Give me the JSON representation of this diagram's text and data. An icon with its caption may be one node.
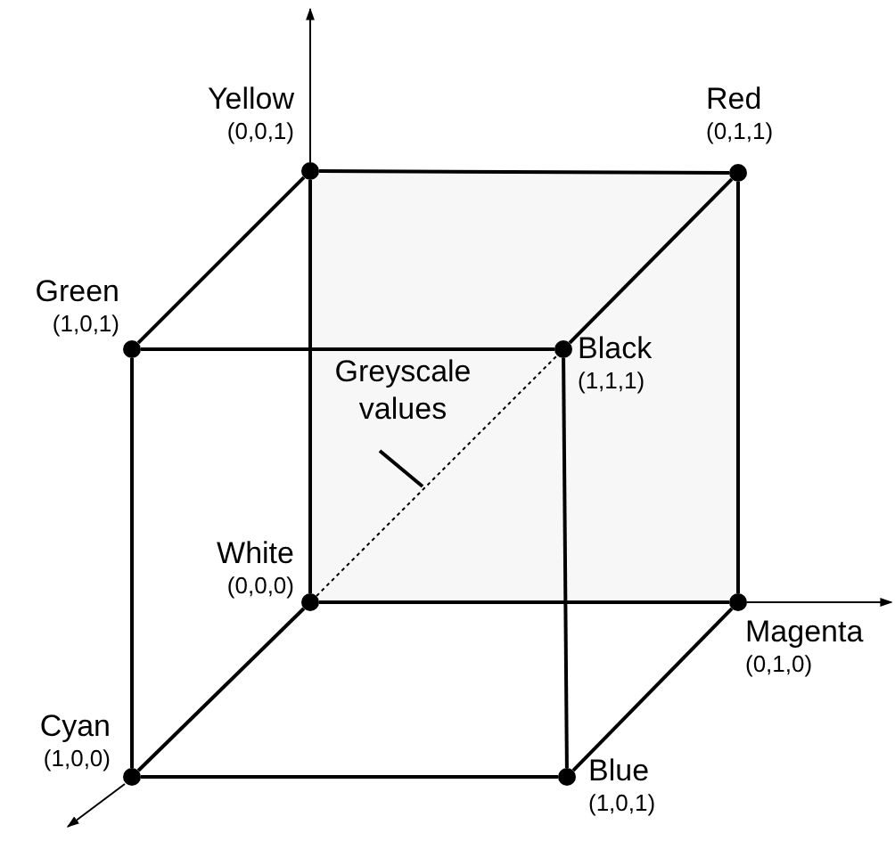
{
  "diagram": {
    "nodes": [
      {
        "text": [],
        "shape": "circle",
        "beside": [
          "Yellow",
          "(0,0,1)"
        ]
      },
      {
        "text": [],
        "shape": "circle",
        "beside": [
          "Red",
          "(0,1,1)"
        ]
      },
      {
        "text": [],
        "shape": "circle",
        "beside": [
          "Green",
          "(1,0,1)"
        ]
      },
      {
        "text": [],
        "shape": "circle",
        "beside": [
          "Black",
          "(1,1,1)"
        ]
      },
      {
        "text": [],
        "shape": "circle",
        "beside": [
          "White",
          "(0,0,0)"
        ]
      },
      {
        "text": [],
        "shape": "circle",
        "beside": [
          "Magenta",
          "(0,1,0)"
        ]
      },
      {
        "text": [],
        "shape": "circle",
        "beside": [
          "Cyan",
          "(1,0,0)"
        ]
      },
      {
        "text": [],
        "shape": "circle",
        "beside": [
          "Blue",
          "(1,0,1)"
        ]
      },
      {
        "text": [
          "Greyscale values"
        ]
      }
    ],
    "edges": [
      {
        "from": 0,
        "to": 1,
        "arrow": "none"
      },
      {
        "from": 0,
        "to": 2,
        "arrow": "none"
      },
      {
        "from": 0,
        "to": 4,
        "arrow": "none"
      },
      {
        "from": 1,
        "to": 3,
        "arrow": "none"
      },
      {
        "from": 1,
        "to": 5,
        "arrow": "none"
      },
      {
        "from": 2,
        "to": 3,
        "arrow": "none"
      },
      {
        "from": 2,
        "to": 6,
        "arrow": "none"
      },
      {
        "from": 3,
        "to": 7,
        "arrow": "none"
      },
      {
        "from": 4,
        "to": 5,
        "arrow": "none"
      },
      {
        "from": 4,
        "to": 6,
        "arrow": "none"
      },
      {
        "from": 5,
        "to": 7,
        "arrow": "none"
      },
      {
        "from": 6,
        "to": 7,
        "arrow": "none"
      },
      {
        "from": 4,
        "to": 3,
        "arrow": "none",
        "style": "dashed"
      },
      {
        "from": 8,
        "to": null,
        "arrow": "none"
      }
    ]
  }
}
